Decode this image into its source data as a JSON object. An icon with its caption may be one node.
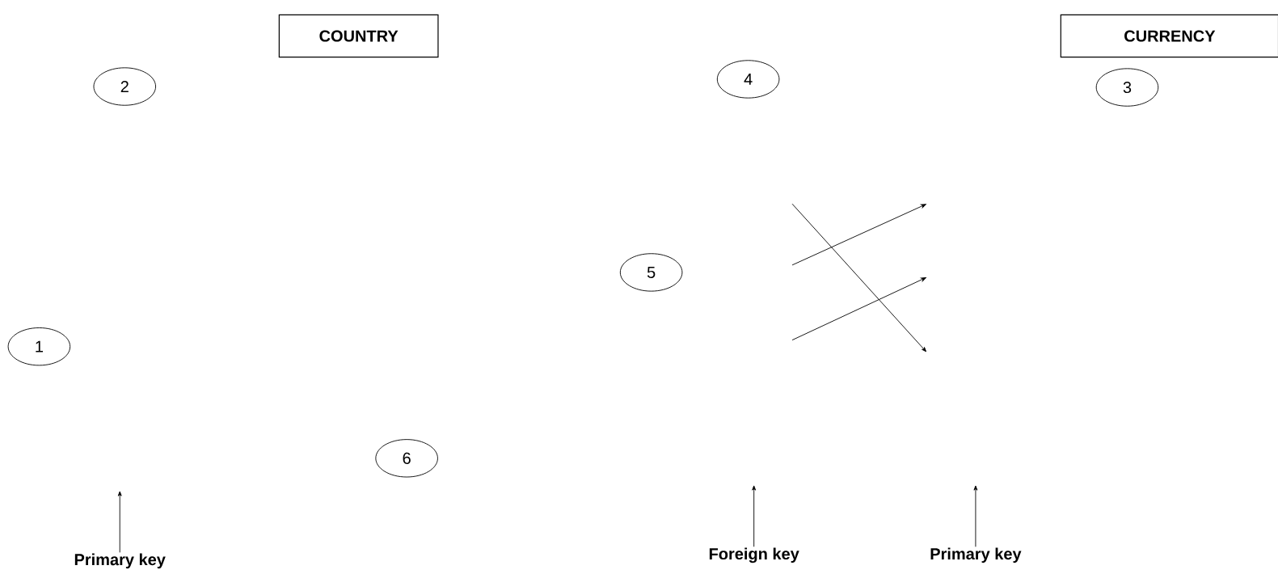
{
  "diagram": {
    "nodes": [
      {
        "text": [
          "COUNTRY"
        ]
      },
      {
        "text": [
          "CURRENCY"
        ]
      },
      {
        "text": [
          "2"
        ]
      },
      {
        "text": [
          "4"
        ]
      },
      {
        "text": [
          "3"
        ]
      },
      {
        "text": [
          "5"
        ]
      },
      {
        "text": [
          "1"
        ]
      },
      {
        "text": [
          "6"
        ]
      },
      {
        "text": [
          "Primary key"
        ]
      },
      {
        "text": [
          "Foreign key"
        ]
      },
      {
        "text": [
          "Primary key"
        ]
      }
    ],
    "edges": [
      {
        "from": 8,
        "to": null,
        "arrow": "to"
      },
      {
        "from": 9,
        "to": null,
        "arrow": "to"
      },
      {
        "from": 10,
        "to": null,
        "arrow": "to"
      }
    ]
  }
}
